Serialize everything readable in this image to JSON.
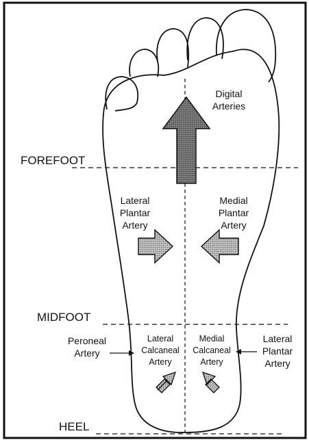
{
  "regions": {
    "forefoot": "FOREFOOT",
    "midfoot": "MIDFOOT",
    "heel": "HEEL"
  },
  "arteries": {
    "digital": [
      "Digital",
      "Arteries"
    ],
    "lateral_plantar_inner": [
      "Lateral",
      "Plantar",
      "Artery"
    ],
    "medial_plantar": [
      "Medial",
      "Plantar",
      "Artery"
    ],
    "peroneal": [
      "Peroneal",
      "Artery"
    ],
    "lateral_calcaneal": [
      "Lateral",
      "Calcaneal",
      "Artery"
    ],
    "medial_calcaneal": [
      "Medial",
      "Calcaneal",
      "Artery"
    ],
    "lateral_plantar_outer": [
      "Lateral",
      "Plantar",
      "Artery"
    ]
  },
  "colors": {
    "ink": "#111111",
    "arrow_dark": "#6e6e6e",
    "arrow_light": "#b5b5b5"
  }
}
